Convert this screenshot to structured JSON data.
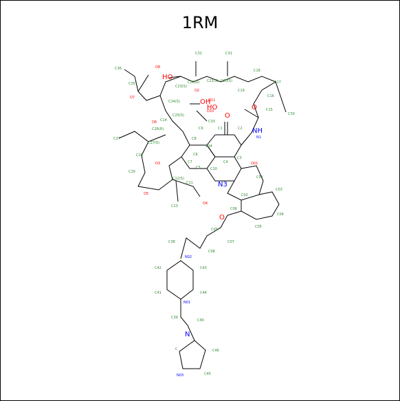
{
  "title": "1RM",
  "colors": {
    "bond": "#000000",
    "carbon_label": "#2e8b2e",
    "oxygen": "#ff0000",
    "nitrogen": "#0000ff",
    "frame": "#000000"
  },
  "atoms": [
    {
      "label": "C36",
      "el": "C"
    },
    {
      "label": "C35",
      "el": "C"
    },
    {
      "label": "O8",
      "el": "O"
    },
    {
      "label": "O7",
      "el": "O"
    },
    {
      "label": "C32",
      "el": "C"
    },
    {
      "label": "C31",
      "el": "C"
    },
    {
      "label": "HO",
      "el": "O"
    },
    {
      "label": "C23(S)",
      "el": "C"
    },
    {
      "label": "C22(R)",
      "el": "C"
    },
    {
      "label": "C21(S)",
      "el": "C"
    },
    {
      "label": "C20(S)",
      "el": "C"
    },
    {
      "label": "C19",
      "el": "C"
    },
    {
      "label": "C18",
      "el": "C"
    },
    {
      "label": "C17",
      "el": "C"
    },
    {
      "label": "C16",
      "el": "C"
    },
    {
      "label": "C15",
      "el": "C"
    },
    {
      "label": "C30",
      "el": "C"
    },
    {
      "label": "O",
      "el": "O"
    },
    {
      "label": "O2",
      "el": "O"
    },
    {
      "label": "O11",
      "el": "O"
    },
    {
      "label": "HO",
      "el": "O"
    },
    {
      "label": "OH",
      "el": "O"
    },
    {
      "label": "O10",
      "el": "O"
    },
    {
      "label": "C24(S)",
      "el": "C"
    },
    {
      "label": "C25(S)",
      "el": "C"
    },
    {
      "label": "C33",
      "el": "C"
    },
    {
      "label": "C14",
      "el": "C"
    },
    {
      "label": "C26(R)",
      "el": "C"
    },
    {
      "label": "C9",
      "el": "C"
    },
    {
      "label": "C1",
      "el": "C"
    },
    {
      "label": "O",
      "el": "O"
    },
    {
      "label": "C2",
      "el": "C"
    },
    {
      "label": "NH",
      "el": "N"
    },
    {
      "label": "N1",
      "el": "N"
    },
    {
      "label": "O6",
      "el": "O"
    },
    {
      "label": "C37",
      "el": "C"
    },
    {
      "label": "C27(S)",
      "el": "C"
    },
    {
      "label": "C34",
      "el": "C"
    },
    {
      "label": "C8",
      "el": "C"
    },
    {
      "label": "C6",
      "el": "C"
    },
    {
      "label": "C3",
      "el": "C"
    },
    {
      "label": "C28",
      "el": "C"
    },
    {
      "label": "C7",
      "el": "C"
    },
    {
      "label": "C10",
      "el": "C"
    },
    {
      "label": "C4",
      "el": "C"
    },
    {
      "label": "O01",
      "el": "O"
    },
    {
      "label": "C29",
      "el": "C"
    },
    {
      "label": "O3",
      "el": "O"
    },
    {
      "label": "C5",
      "el": "C"
    },
    {
      "label": "C12(S)",
      "el": "C"
    },
    {
      "label": "O5",
      "el": "O"
    },
    {
      "label": "C11",
      "el": "C"
    },
    {
      "label": "N3",
      "el": "N"
    },
    {
      "label": "C01",
      "el": "C"
    },
    {
      "label": "C03",
      "el": "C"
    },
    {
      "label": "C02",
      "el": "C"
    },
    {
      "label": "C13",
      "el": "C"
    },
    {
      "label": "O4",
      "el": "O"
    },
    {
      "label": "C06",
      "el": "C"
    },
    {
      "label": "C04",
      "el": "C"
    },
    {
      "label": "C05",
      "el": "C"
    },
    {
      "label": "O",
      "el": "O"
    },
    {
      "label": "C09",
      "el": "C"
    },
    {
      "label": "C38",
      "el": "C"
    },
    {
      "label": "C07",
      "el": "C"
    },
    {
      "label": "C08",
      "el": "C"
    },
    {
      "label": "N02",
      "el": "N"
    },
    {
      "label": "C42",
      "el": "C"
    },
    {
      "label": "C43",
      "el": "C"
    },
    {
      "label": "C41",
      "el": "C"
    },
    {
      "label": "C44",
      "el": "C"
    },
    {
      "label": "N01",
      "el": "N"
    },
    {
      "label": "C39",
      "el": "C"
    },
    {
      "label": "C40",
      "el": "C"
    },
    {
      "label": "N",
      "el": "N"
    },
    {
      "label": "C",
      "el": "C"
    },
    {
      "label": "C46",
      "el": "C"
    },
    {
      "label": "N03",
      "el": "N"
    },
    {
      "label": "C45",
      "el": "C"
    }
  ]
}
